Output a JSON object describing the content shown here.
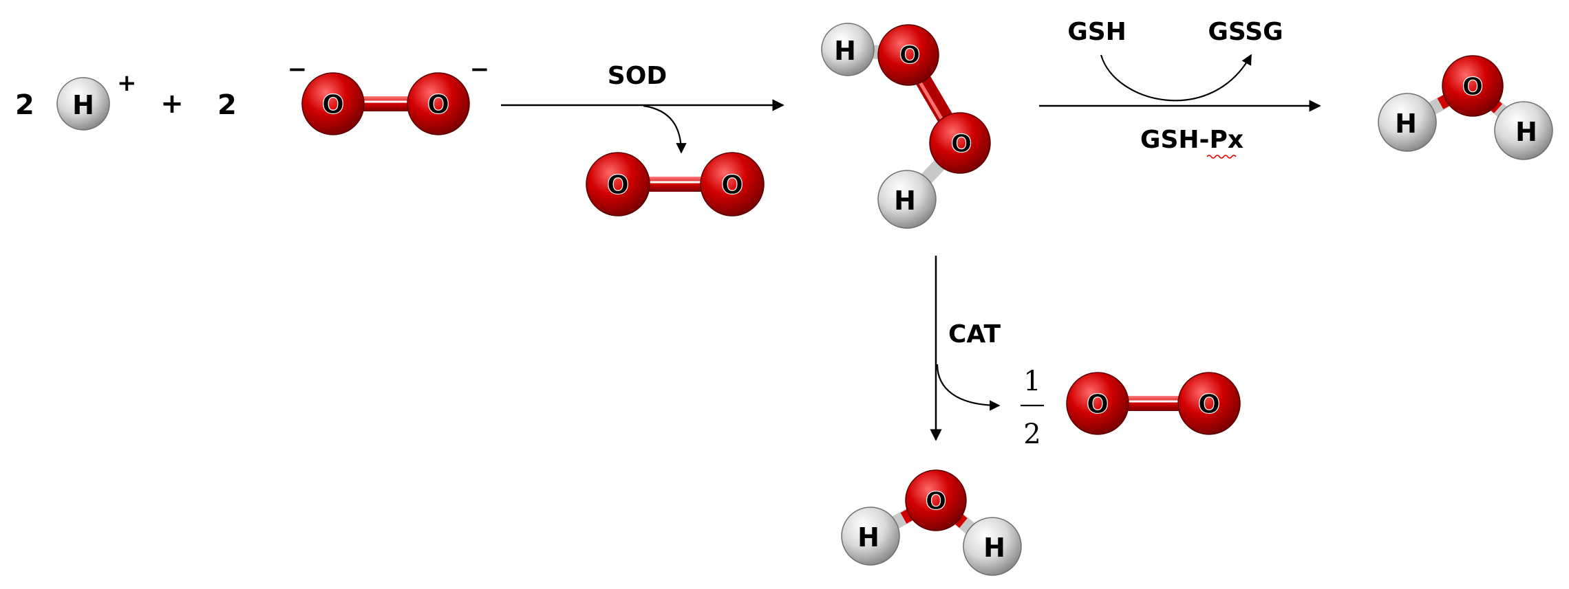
{
  "labels": {
    "coef_h": "2",
    "plus": "+",
    "coef_o2": "2",
    "charge_h": "+",
    "charge_o_left": "−",
    "charge_o_right": "−",
    "sod": "SOD",
    "gsh": "GSH",
    "gssg": "GSSG",
    "gshpx": "GSH-Px",
    "cat": "CAT",
    "frac_num": "1",
    "frac_den": "2"
  },
  "atoms": {
    "hydrogen": "H",
    "oxygen": "O"
  },
  "colors": {
    "oxygen": "#d10000",
    "oxygen_dark": "#7a0000",
    "hydrogen": "#e8e8e8",
    "hydrogen_dark": "#8c8c8c",
    "arrow": "#000000",
    "spellcheck": "#e00000"
  }
}
